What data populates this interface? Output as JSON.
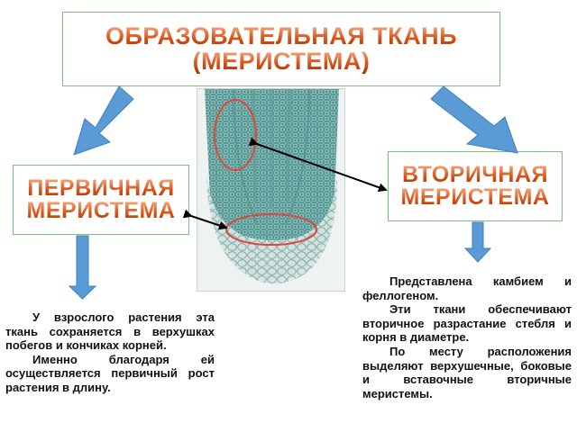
{
  "title": {
    "line1": "ОБРАЗОВАТЕЛЬНАЯ ТКАНЬ",
    "line2": "(МЕРИСТЕМА)"
  },
  "primary": {
    "line1": "ПЕРВИЧНАЯ",
    "line2": "МЕРИСТЕМА",
    "text": [
      "У взрослого растения эта ткань сохраняется в верхушках побегов и кончиках корней.",
      "Именно благодаря ей осуществляется первичный рост растения в длину."
    ]
  },
  "secondary": {
    "line1": "ВТОРИЧНАЯ",
    "line2": "МЕРИСТЕМА",
    "text": [
      "Представлена камбием и феллогеном.",
      "Эти ткани обеспечивают вторичное разрастание стебля и корня в диаметре.",
      "По месту расположения выделяют верхушечные, боковые и вставочные вторичные меристемы."
    ]
  },
  "colors": {
    "heading_gradient": [
      "#f6b28a",
      "#d85418",
      "#a93300"
    ],
    "box_border": "#7dbf7d",
    "arrow_fill": "#5b9bd5",
    "arrow_edge": "#3f7fbf",
    "highlight_ellipse": "#e0463c",
    "tissue": "#7fb9b6"
  }
}
